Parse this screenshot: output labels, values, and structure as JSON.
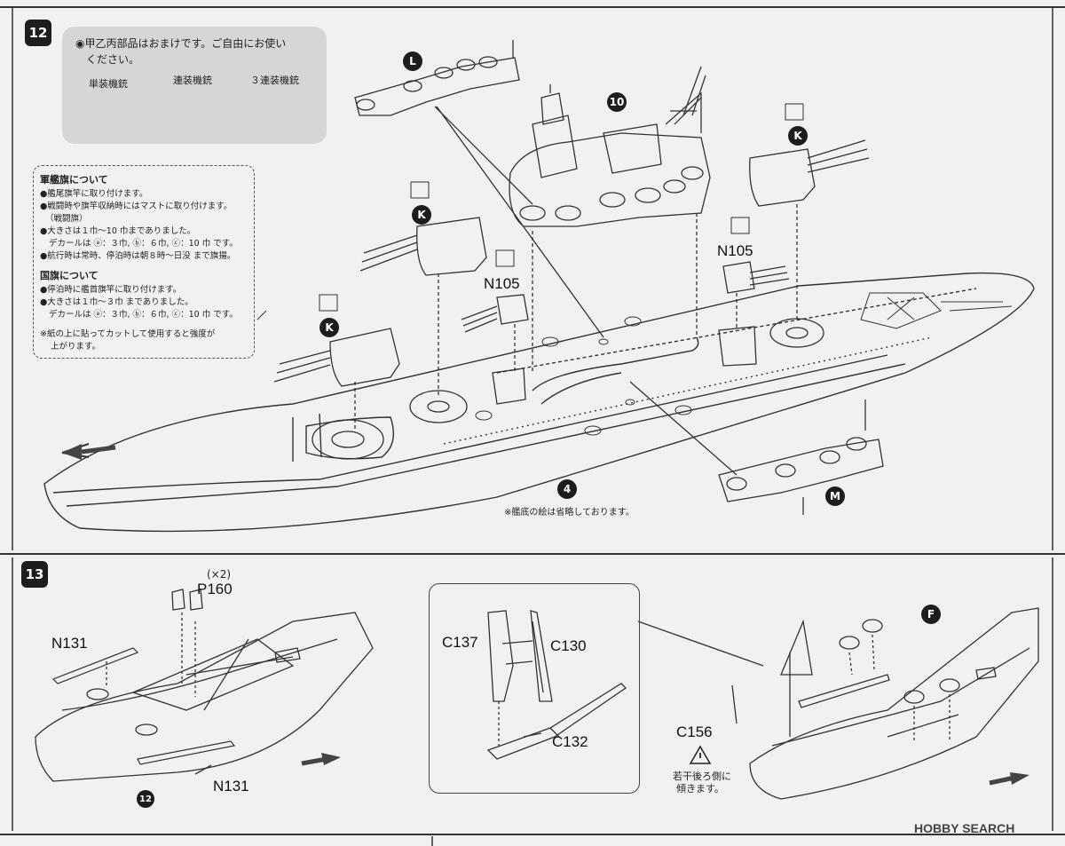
{
  "step12": {
    "badge": "12",
    "bonus_text_line1": "◉甲乙丙部品はおまけです。ご自由にお使い",
    "bonus_text_line2": "ください。",
    "gun_labels": [
      "単装機銃",
      "連装機銃",
      "３連装機銃"
    ],
    "flag_heading": "軍艦旗について",
    "flag_lines": [
      "●艦尾旗竿に取り付けます。",
      "●戦闘時や旗竿収納時にはマストに取り付けます。",
      "（戦闘旗）",
      "●大きさは１巾〜10 巾までありました。",
      "デカールは ⓐ：３巾, ⓑ：６巾, ⓒ：10 巾 です。",
      "●航行時は常時、停泊時は朝８時〜日没 まで旗揚。"
    ],
    "national_heading": "国旗について",
    "national_lines": [
      "●停泊時に艦首旗竿に取り付けます。",
      "●大きさは１巾〜３巾 までありました。",
      "デカールは ⓐ：３巾, ⓑ：６巾, ⓒ：10 巾 です。"
    ],
    "paper_note_line1": "※紙の上に貼ってカットして使用すると強度が",
    "paper_note_line2": "上がります。",
    "markers": {
      "L": "L",
      "ten": "10",
      "K1": "K",
      "K2": "K",
      "K3": "K",
      "four": "4",
      "M": "M"
    },
    "part_labels": {
      "n105_left": "N105",
      "n105_right": "N105"
    },
    "hull_note": "※艦底の絵は省略しております。"
  },
  "step13": {
    "badge": "13",
    "qty": "(×2)",
    "p160": "P160",
    "n131_top": "N131",
    "n131_bottom": "N131",
    "ref12": "12",
    "c137": "C137",
    "c130": "C130",
    "c132": "C132",
    "c156": "C156",
    "marker_f": "F",
    "caution_line1": "若干後ろ側に",
    "caution_line2": "傾きます。"
  },
  "watermark": "HOBBY SEARCH"
}
